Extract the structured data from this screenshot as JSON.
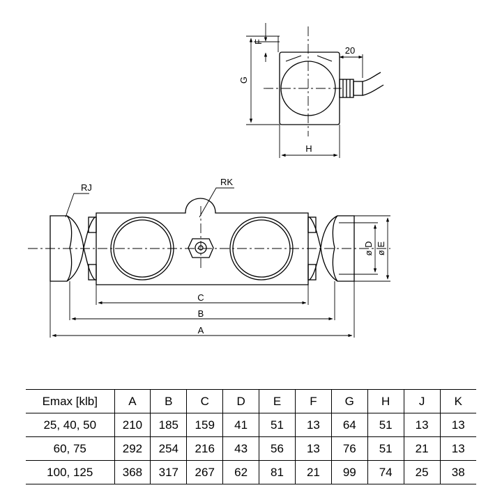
{
  "drawing": {
    "dims": {
      "top_F": "F",
      "top_G": "G",
      "top_H": "H",
      "top_20": "20",
      "rj": "RJ",
      "rk": "RK",
      "c": "C",
      "b": "B",
      "a": "A",
      "d": "ø D",
      "e": "ø E"
    }
  },
  "table": {
    "headers": [
      "Emax [klb]",
      "A",
      "B",
      "C",
      "D",
      "E",
      "F",
      "G",
      "H",
      "J",
      "K"
    ],
    "rows": [
      [
        "25, 40, 50",
        "210",
        "185",
        "159",
        "41",
        "51",
        "13",
        "64",
        "51",
        "13",
        "13"
      ],
      [
        "60, 75",
        "292",
        "254",
        "216",
        "43",
        "56",
        "13",
        "76",
        "51",
        "21",
        "13"
      ],
      [
        "100, 125",
        "368",
        "317",
        "267",
        "62",
        "81",
        "21",
        "99",
        "74",
        "25",
        "38"
      ]
    ]
  }
}
